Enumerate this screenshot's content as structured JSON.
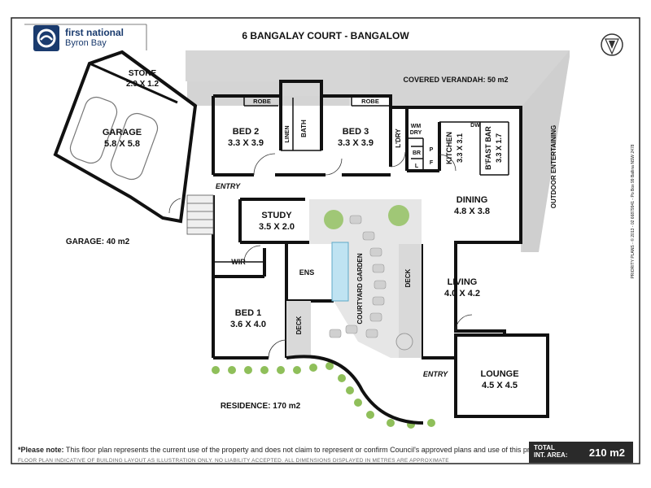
{
  "brand": {
    "line1": "first national",
    "line2": "Byron Bay"
  },
  "title": "6 BANGALAY COURT - BANGALOW",
  "rooms": {
    "store": {
      "name": "STORE",
      "size": "2.9 X 1.2"
    },
    "garage": {
      "name": "GARAGE",
      "size": "5.8 X 5.8"
    },
    "bed2": {
      "name": "BED 2",
      "size": "3.3 X 3.9"
    },
    "bed3": {
      "name": "BED 3",
      "size": "3.3 X 3.9"
    },
    "robe1": "ROBE",
    "robe2": "ROBE",
    "linen": "LINEN",
    "bath": "BATH",
    "laundry": "L'DRY",
    "wm": "WM",
    "dry": "DRY",
    "br": "BR",
    "l": "L",
    "p": "P",
    "f": "F",
    "dw": "DW",
    "kitchen": {
      "name": "KITCHEN",
      "size": "3.3 X 3.1"
    },
    "bfast": {
      "name": "B'FAST BAR",
      "size": "3.3 X 1.7"
    },
    "entry1": "ENTRY",
    "study": {
      "name": "STUDY",
      "size": "3.5 X 2.0"
    },
    "dining": {
      "name": "DINING",
      "size": "4.8 X 3.8"
    },
    "wir": "WIR",
    "ens": "ENS",
    "courtyard": "COURTYARD GARDEN",
    "deck1": "DECK",
    "deck2": "DECK",
    "living": {
      "name": "LIVING",
      "size": "4.0 X 4.2"
    },
    "bed1": {
      "name": "BED 1",
      "size": "3.6 X 4.0"
    },
    "entry2": "ENTRY",
    "lounge": {
      "name": "LOUNGE",
      "size": "4.5 X 4.5"
    }
  },
  "areas": {
    "verandah": "COVERED VERANDAH: 50 m2",
    "outdoor": "OUTDOOR ENTERTAINING",
    "garage": "GARAGE: 40 m2",
    "residence": "RESIDENCE: 170 m2"
  },
  "footer": {
    "note_label": "*Please note:",
    "note_text": " This floor plan represents the current use of the property and does not claim to represent or confirm Council's approved plans and use of this property.",
    "fine": "FLOOR PLAN INDICATIVE OF BUILDING LAYOUT AS ILLUSTRATION ONLY. NO LIABILITY ACCEPTED. ALL DIMENSIONS DISPLAYED IN METRES ARE APPROXIMATE",
    "total_label_1": "TOTAL",
    "total_label_2": "INT. AREA:",
    "total_value": "210 m2",
    "credit": "PRIORITY PLANS - © 2013 - 02 66879941 - Po Box 99 Ballina NSW 2478"
  },
  "colors": {
    "wall": "#111111",
    "deck": "#d9d9d9",
    "verandah": "#d4d4d4",
    "garden": "#e6e6e6",
    "brand": "#1a3b6e",
    "plant": "#8fbf5a"
  }
}
